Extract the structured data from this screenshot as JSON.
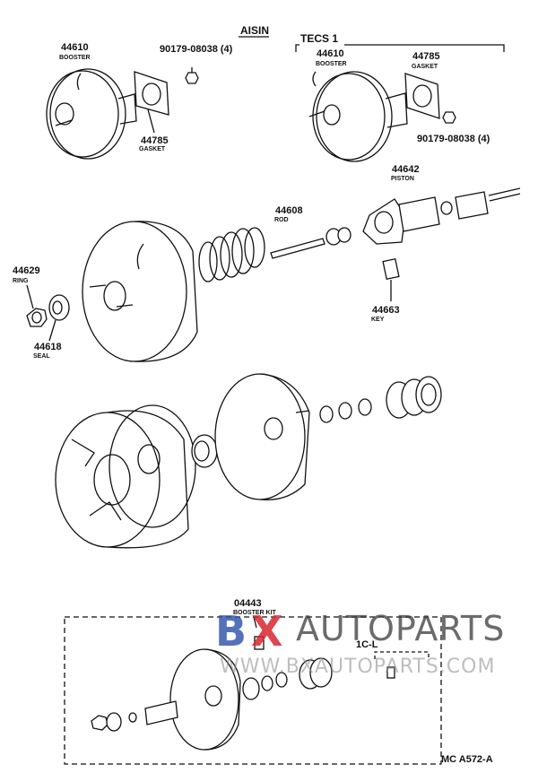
{
  "headers": {
    "aisin": "AISIN",
    "tecs": "TECS 1",
    "kit_variant": "1C-L"
  },
  "parts": {
    "booster_aisin": {
      "no": "44610",
      "name": "BOOSTER"
    },
    "nut_aisin": {
      "no": "90179-08038 (4)"
    },
    "gasket_aisin": {
      "no": "44785",
      "name": "GASKET"
    },
    "booster_tecs": {
      "no": "44610",
      "name": "BOOSTER"
    },
    "gasket_tecs": {
      "no": "44785",
      "name": "GASKET"
    },
    "nut_tecs": {
      "no": "90179-08038 (4)"
    },
    "piston": {
      "no": "44642",
      "name": "PISTON"
    },
    "rod": {
      "no": "44608",
      "name": "ROD"
    },
    "ring": {
      "no": "44629",
      "name": "RING"
    },
    "seal": {
      "no": "44618",
      "name": "SEAL"
    },
    "key": {
      "no": "44663",
      "name": "KEY"
    },
    "booster_kit": {
      "no": "04443",
      "name": "BOOSTER KIT"
    }
  },
  "reference": "MC A572-A",
  "watermark": {
    "logo_text": "AUTOPARTS",
    "url": "WWW.BXAUTOPARTS.COM",
    "brand_color": "#d8262e",
    "logo_color": "#2a4fa8"
  }
}
